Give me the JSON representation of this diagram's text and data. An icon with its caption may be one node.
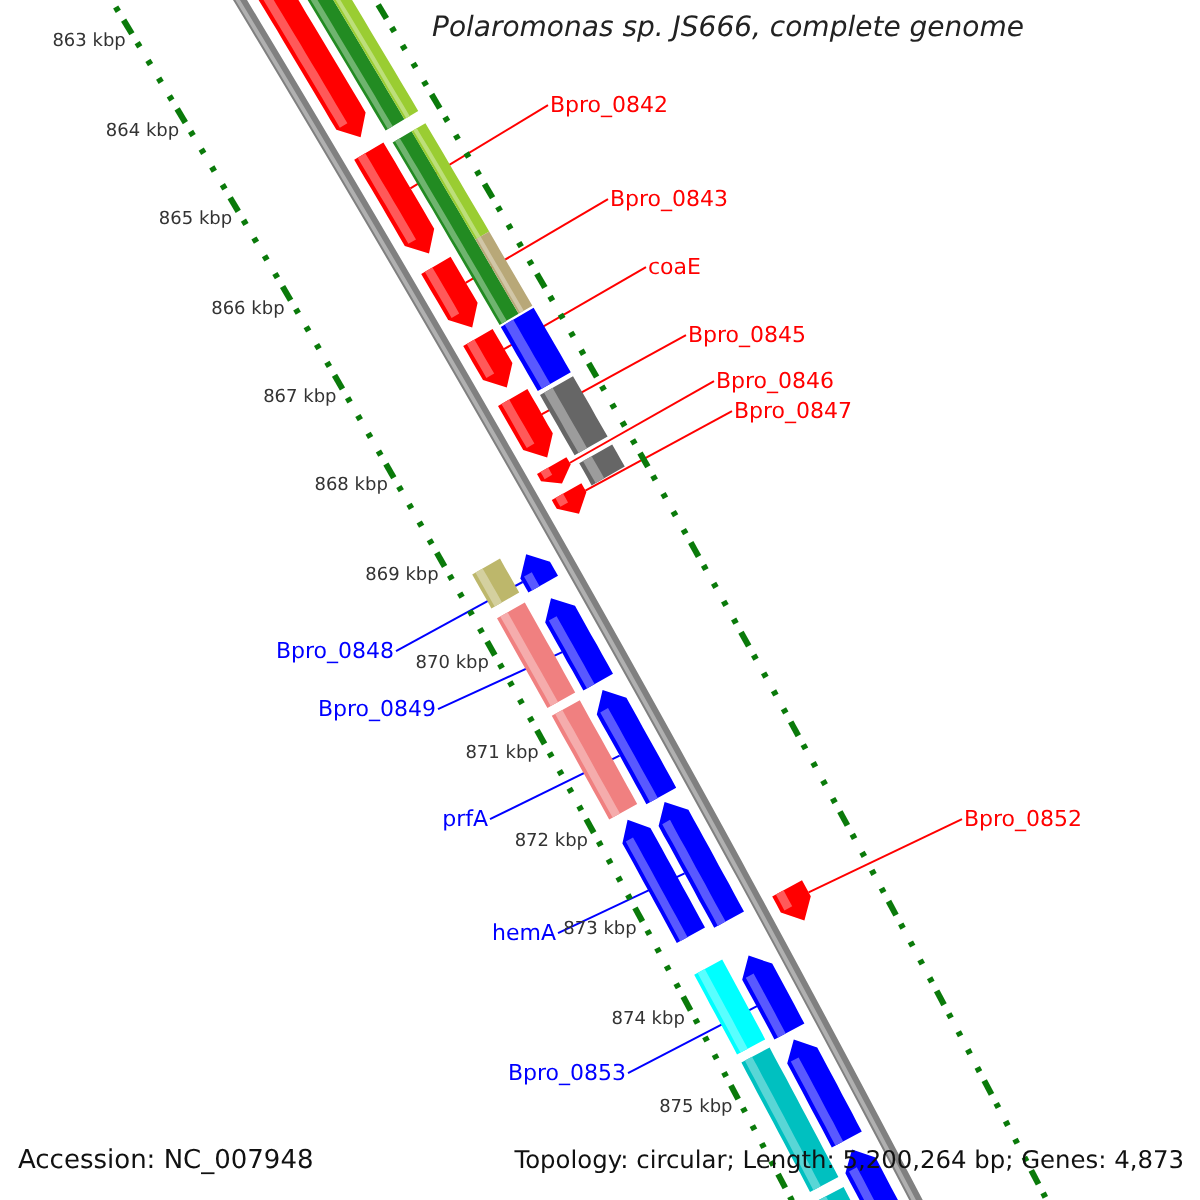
{
  "diagram": {
    "title": "Polaromonas sp. JS666, complete genome",
    "nodes": [
      {
        "text": [
          "Bpro_0842"
        ]
      },
      {
        "text": [],
        "shape": "bar"
      },
      {
        "text": [
          "Bpro_0843"
        ]
      },
      {
        "text": [],
        "shape": "bar"
      },
      {
        "text": [
          "coaE"
        ]
      },
      {
        "text": [],
        "shape": "bar"
      },
      {
        "text": [
          "Bpro_0845"
        ]
      },
      {
        "text": [],
        "shape": "bar"
      },
      {
        "text": [
          "Bpro_0846"
        ]
      },
      {
        "text": [],
        "shape": "bar"
      },
      {
        "text": [
          "Bpro_0847"
        ]
      },
      {
        "text": [],
        "shape": "bar"
      },
      {
        "text": [
          "Bpro_0848"
        ]
      },
      {
        "text": [],
        "shape": "bar"
      },
      {
        "text": [
          "Bpro_0849"
        ]
      },
      {
        "text": [],
        "shape": "bar"
      },
      {
        "text": [
          "prfA"
        ]
      },
      {
        "text": [],
        "shape": "bar"
      },
      {
        "text": [
          "Bpro_0852"
        ]
      },
      {
        "text": [],
        "shape": "bar"
      },
      {
        "text": [
          "hemA"
        ]
      },
      {
        "text": [],
        "shape": "bar"
      },
      {
        "text": [
          "Bpro_0853"
        ]
      },
      {
        "text": [],
        "shape": "bar"
      },
      {
        "text": [],
        "shape": "bar"
      },
      {
        "text": [],
        "shape": "bar"
      },
      {
        "text": [],
        "shape": "bar"
      },
      {
        "text": [],
        "shape": "bar"
      },
      {
        "text": [],
        "shape": "bar"
      },
      {
        "text": [],
        "shape": "bar"
      },
      {
        "text": [],
        "shape": "bar"
      },
      {
        "text": [],
        "shape": "bar"
      },
      {
        "text": [],
        "shape": "bar"
      },
      {
        "text": [],
        "shape": "bar"
      },
      {
        "text": [],
        "shape": "bar"
      },
      {
        "text": [],
        "shape": "bar"
      },
      {
        "text": [],
        "shape": "bar"
      },
      {
        "text": [],
        "shape": "bar"
      },
      {
        "text": [],
        "shape": "bar"
      },
      {
        "text": [],
        "shape": "bar"
      },
      {
        "text": [],
        "shape": "bar"
      },
      {
        "text": [],
        "shape": "bar"
      }
    ],
    "edges": [
      {
        "from": 0,
        "to": 1,
        "arrow": "none"
      },
      {
        "from": 2,
        "to": 3,
        "arrow": "none"
      },
      {
        "from": 4,
        "to": 5,
        "arrow": "none"
      },
      {
        "from": 6,
        "to": 7,
        "arrow": "none"
      },
      {
        "from": 8,
        "to": 9,
        "arrow": "none"
      },
      {
        "from": 10,
        "to": 11,
        "arrow": "none"
      },
      {
        "from": 12,
        "to": 13,
        "arrow": "none",
        "color": "#0000ff"
      },
      {
        "from": 14,
        "to": 15,
        "arrow": "none",
        "color": "#0000ff"
      },
      {
        "from": 16,
        "to": 17,
        "arrow": "none",
        "color": "#0000ff"
      },
      {
        "from": 18,
        "to": 19,
        "arrow": "none"
      },
      {
        "from": 20,
        "to": 21,
        "arrow": "none",
        "color": "#0000ff"
      },
      {
        "from": 22,
        "to": 23,
        "arrow": "none",
        "color": "#0000ff"
      }
    ],
    "labels": [
      "863 kbp",
      "864 kbp",
      "865 kbp",
      "866 kbp",
      "867 kbp",
      "868 kbp",
      "869 kbp",
      "870 kbp",
      "871 kbp",
      "872 kbp",
      "873 kbp",
      "874 kbp",
      "875 kbp",
      "Accession: NC_007948",
      "Topology: circular; Length: 5,200,264 bp; Genes: 4,873"
    ]
  }
}
